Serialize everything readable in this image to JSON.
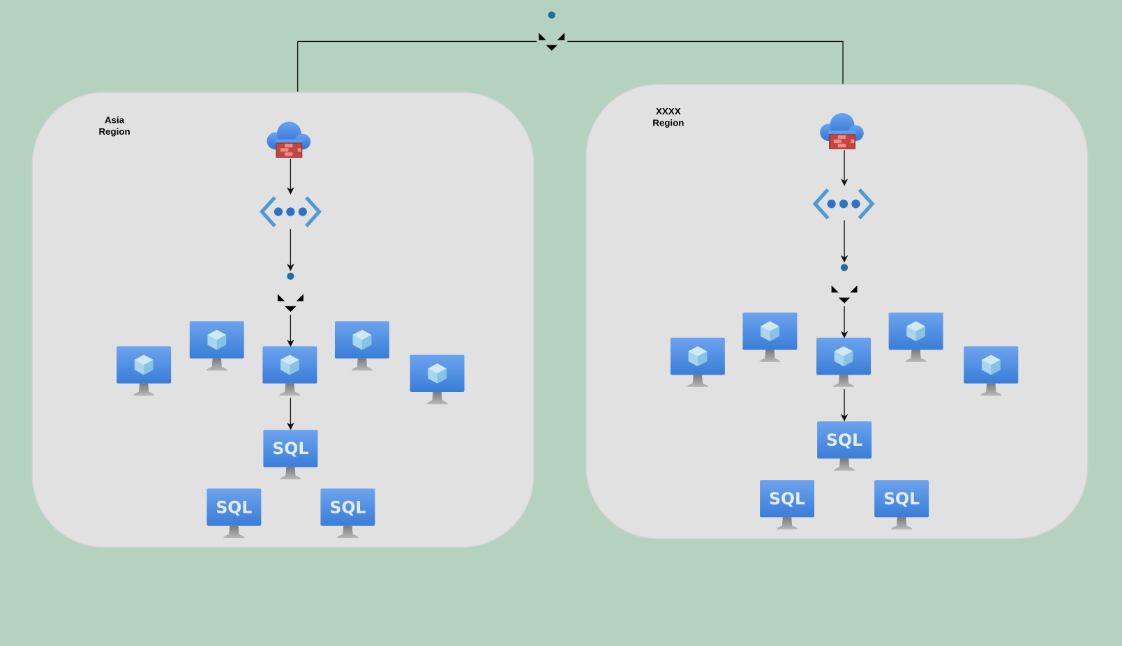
{
  "colors": {
    "background": "#b5d1bf",
    "region_fill": "#e1e1e1",
    "vm_blue": "#4a8ce3",
    "load_balancer": "#1d6fa0",
    "firewall_brick": "#c0463f"
  },
  "top": {
    "icon": "load-balancer-icon"
  },
  "regions": [
    {
      "label_line1": "Asia",
      "label_line2": "Region",
      "icons": [
        "firewall-cloud-icon",
        "virtual-network-icon",
        "load-balancer-icon",
        "vm-icon",
        "sql-vm-icon"
      ],
      "vm_count": 5,
      "sql_count": 3
    },
    {
      "label_line1": "XXXX",
      "label_line2": "Region",
      "icons": [
        "firewall-cloud-icon",
        "virtual-network-icon",
        "load-balancer-icon",
        "vm-icon",
        "sql-vm-icon"
      ],
      "vm_count": 5,
      "sql_count": 3
    }
  ],
  "sql_label": "SQL"
}
